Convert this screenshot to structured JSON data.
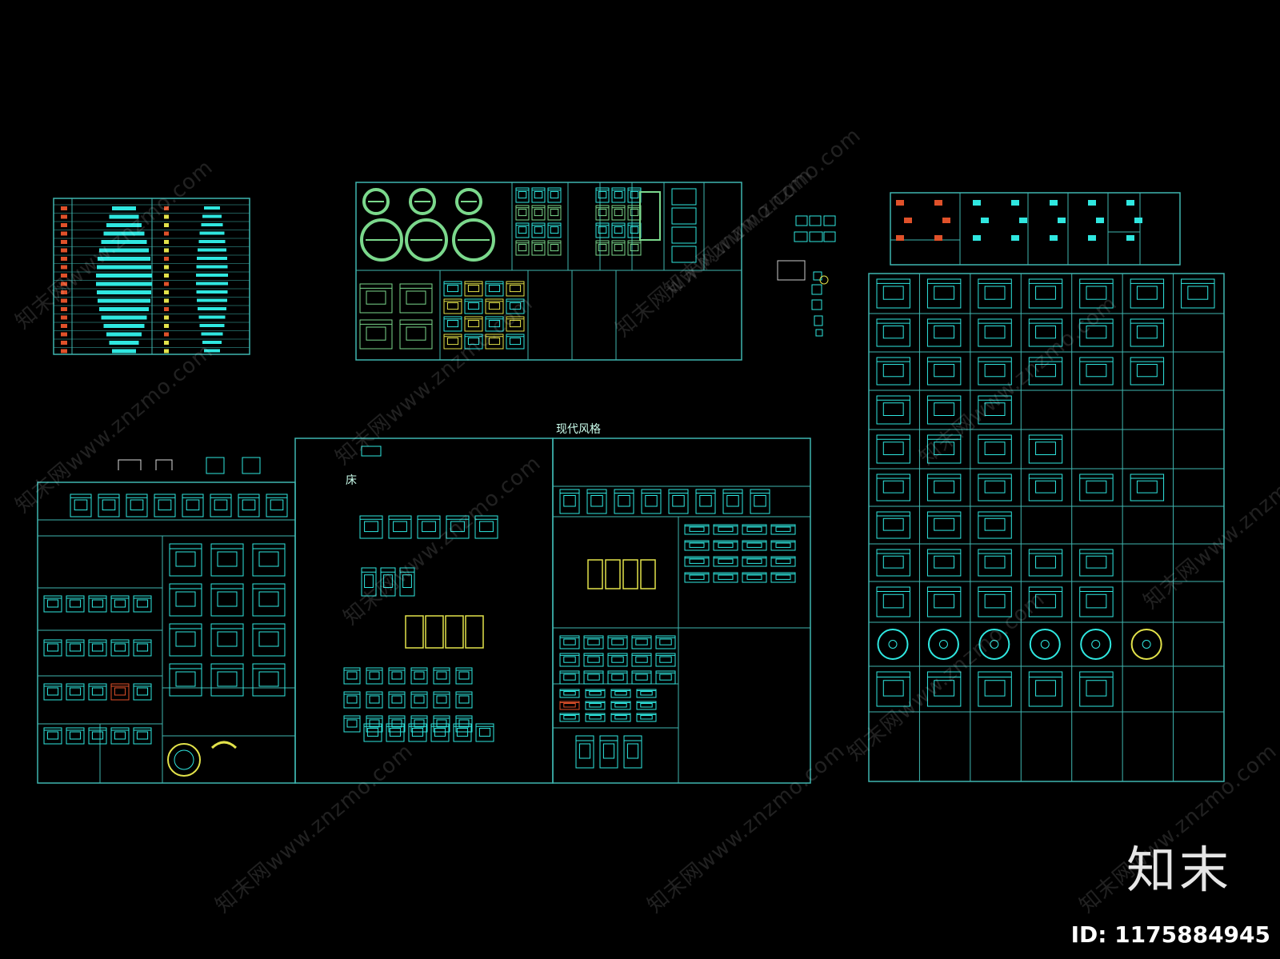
{
  "style_label": "现代风格",
  "bed_label": "床",
  "watermark_text": "知末网www.znzmo.com",
  "brand_text": "知末",
  "id_text": "ID: 1175884945",
  "colors": {
    "background": "#000000",
    "frame": "#3fb6b0",
    "cyan": "#2fe7e0",
    "green": "#7bd88c",
    "yellow": "#e2e24a",
    "orange": "#e0512a"
  }
}
